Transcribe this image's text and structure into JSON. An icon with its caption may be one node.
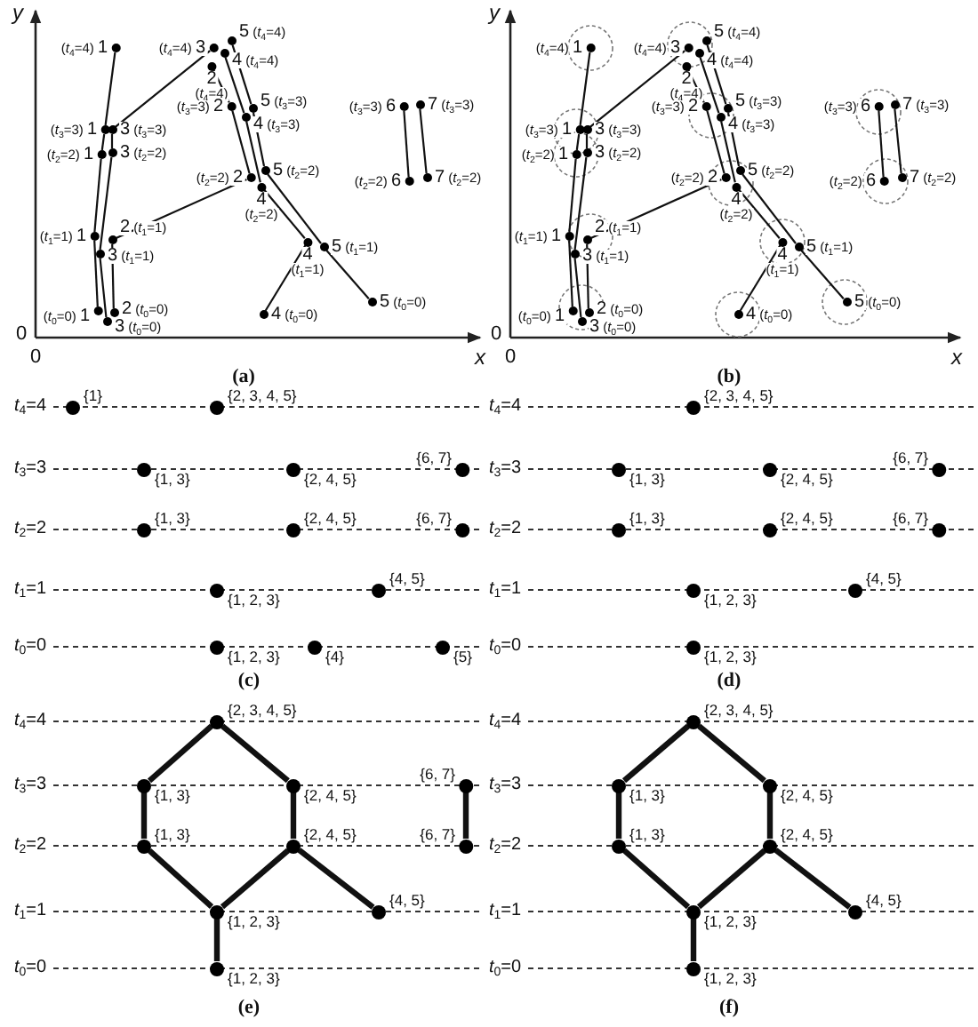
{
  "diagram": {
    "nodes": [
      {
        "text": [
          "(*t*$_{4}$=4)",
          "1"
        ]
      },
      {
        "text": [
          "(*t*$_{3}$=3)",
          "1"
        ]
      },
      {
        "text": [
          "(*t*$_{2}$=2)",
          "1"
        ]
      },
      {
        "text": [
          "(*t*$_{1}$=1)",
          "1"
        ]
      },
      {
        "text": [
          "(*t*$_{0}$=0)",
          "1"
        ]
      },
      {
        "text": [
          "2",
          "(*t*$_{4}$=4)"
        ]
      },
      {
        "text": [
          "(*t*$_{3}$=3)",
          "2"
        ]
      },
      {
        "text": [
          "(*t*$_{2}$=2)",
          "2"
        ]
      },
      {
        "text": [
          "2",
          "(*t*$_{1}$=1)"
        ]
      },
      {
        "text": [
          "2",
          "(*t*$_{0}$=0)"
        ]
      },
      {
        "text": [
          "(*t*$_{4}$=4)",
          "3"
        ]
      },
      {
        "text": [
          "3",
          "(*t*$_{3}$=3)"
        ]
      },
      {
        "text": [
          "3",
          "(*t*$_{2}$=2)"
        ]
      },
      {
        "text": [
          "3",
          "(*t*$_{1}$=1)"
        ]
      },
      {
        "text": [
          "3",
          "(*t*$_{0}$=0)"
        ]
      },
      {
        "text": [
          "4",
          "(*t*$_{4}$=4)"
        ]
      },
      {
        "text": [
          "4",
          "(*t*$_{3}$=3)"
        ]
      },
      {
        "text": [
          "4",
          "(*t*$_{2}$=2)"
        ]
      },
      {
        "text": [
          "4",
          "(*t*$_{1}$=1)"
        ]
      },
      {
        "text": [
          "4",
          "(*t*$_{0}$=0)"
        ]
      },
      {
        "text": [
          "5",
          "(*t*$_{4}$=4)"
        ]
      },
      {
        "text": [
          "5",
          "(*t*$_{3}$=3)"
        ]
      },
      {
        "text": [
          "5",
          "(*t*$_{2}$=2)"
        ]
      },
      {
        "text": [
          "5",
          "(*t*$_{1}$=1)"
        ]
      },
      {
        "text": [
          "5",
          "(*t*$_{0}$=0)"
        ]
      },
      {
        "text": [
          "(*t*$_{3}$=3)",
          "6"
        ]
      },
      {
        "text": [
          "(*t*$_{2}$=2)",
          "6"
        ]
      },
      {
        "text": [
          "7",
          "(*t*$_{3}$=3)"
        ]
      },
      {
        "text": [
          "7",
          "(*t*$_{2}$=2)"
        ]
      },
      {
        "text": [
          "(*t*$_{4}$=4)",
          "1"
        ]
      },
      {
        "text": [
          "(*t*$_{3}$=3)",
          "1"
        ]
      },
      {
        "text": [
          "(*t*$_{2}$=2)",
          "1"
        ]
      },
      {
        "text": [
          "(*t*$_{1}$=1)",
          "1"
        ]
      },
      {
        "text": [
          "(*t*$_{0}$=0)",
          "1"
        ]
      },
      {
        "text": [
          "2",
          "(*t*$_{4}$=4)"
        ]
      },
      {
        "text": [
          "(*t*$_{3}$=3)",
          "2"
        ]
      },
      {
        "text": [
          "(*t*$_{2}$=2)",
          "2"
        ]
      },
      {
        "text": [
          "2",
          "(*t*$_{1}$=1)"
        ]
      },
      {
        "text": [
          "2",
          "(*t*$_{0}$=0)"
        ]
      },
      {
        "text": [
          "(*t*$_{4}$=4)",
          "3"
        ]
      },
      {
        "text": [
          "3",
          "(*t*$_{3}$=3)"
        ]
      },
      {
        "text": [
          "3",
          "(*t*$_{2}$=2)"
        ]
      },
      {
        "text": [
          "3",
          "(*t*$_{1}$=1)"
        ]
      },
      {
        "text": [
          "3",
          "(*t*$_{0}$=0)"
        ]
      },
      {
        "text": [
          "4",
          "(*t*$_{4}$=4)"
        ]
      },
      {
        "text": [
          "4",
          "(*t*$_{3}$=3)"
        ]
      },
      {
        "text": [
          "4",
          "(*t*$_{2}$=2)"
        ]
      },
      {
        "text": [
          "4",
          "(*t*$_{1}$=1)"
        ]
      },
      {
        "text": [
          "4",
          "(*t*$_{0}$=0)"
        ]
      },
      {
        "text": [
          "5",
          "(*t*$_{4}$=4)"
        ]
      },
      {
        "text": [
          "5",
          "(*t*$_{3}$=3)"
        ]
      },
      {
        "text": [
          "5",
          "(*t*$_{2}$=2)"
        ]
      },
      {
        "text": [
          "5",
          "(*t*$_{1}$=1)"
        ]
      },
      {
        "text": [
          "5",
          "(*t*$_{0}$=0)"
        ]
      },
      {
        "text": [
          "(*t*$_{3}$=3)",
          "6"
        ]
      },
      {
        "text": [
          "(*t*$_{2}$=2)",
          "6"
        ]
      },
      {
        "text": [
          "7",
          "(*t*$_{3}$=3)"
        ]
      },
      {
        "text": [
          "7",
          "(*t*$_{2}$=2)"
        ]
      },
      {
        "text": [
          "{1}"
        ]
      },
      {
        "text": [
          "{2, 3, 4, 5}"
        ]
      },
      {
        "text": [
          "{1, 3}"
        ]
      },
      {
        "text": [
          "{2, 4, 5}"
        ]
      },
      {
        "text": [
          "{6, 7}"
        ]
      },
      {
        "text": [
          "{1, 3}"
        ]
      },
      {
        "text": [
          "{2, 4, 5}"
        ]
      },
      {
        "text": [
          "{6, 7}"
        ]
      },
      {
        "text": [
          "{1, 2, 3}"
        ]
      },
      {
        "text": [
          "{4, 5}"
        ]
      },
      {
        "text": [
          "{1, 2, 3}"
        ]
      },
      {
        "text": [
          "{4}"
        ]
      },
      {
        "text": [
          "{5}"
        ]
      },
      {
        "text": [
          "{2, 3, 4, 5}"
        ]
      },
      {
        "text": [
          "{1, 3}"
        ]
      },
      {
        "text": [
          "{2, 4, 5}"
        ]
      },
      {
        "text": [
          "{6, 7}"
        ]
      },
      {
        "text": [
          "{1, 3}"
        ]
      },
      {
        "text": [
          "{2, 4, 5}"
        ]
      },
      {
        "text": [
          "{6, 7}"
        ]
      },
      {
        "text": [
          "{1, 2, 3}"
        ]
      },
      {
        "text": [
          "{4, 5}"
        ]
      },
      {
        "text": [
          "{1, 2, 3}"
        ]
      },
      {
        "text": [
          "{2, 3, 4, 5}"
        ]
      },
      {
        "text": [
          "{1, 3}"
        ]
      },
      {
        "text": [
          "{2, 4, 5}"
        ]
      },
      {
        "text": [
          "{6, 7}"
        ]
      },
      {
        "text": [
          "{1, 3}"
        ]
      },
      {
        "text": [
          "{2, 4, 5}"
        ]
      },
      {
        "text": [
          "{6, 7}"
        ]
      },
      {
        "text": [
          "{1, 2, 3}"
        ]
      },
      {
        "text": [
          "{4, 5}"
        ]
      },
      {
        "text": [
          "{1, 2, 3}"
        ]
      },
      {
        "text": [
          "{2, 3, 4, 5}"
        ]
      },
      {
        "text": [
          "{1, 3}"
        ]
      },
      {
        "text": [
          "{2, 4, 5}"
        ]
      },
      {
        "text": [
          "{1, 3}"
        ]
      },
      {
        "text": [
          "{2, 4, 5}"
        ]
      },
      {
        "text": [
          "{1, 2, 3}"
        ]
      },
      {
        "text": [
          "{4, 5}"
        ]
      },
      {
        "text": [
          "{1, 2, 3}"
        ]
      }
    ],
    "edges": [
      {
        "from": 0,
        "to": 1,
        "arrow": "none"
      },
      {
        "from": 1,
        "to": 2,
        "arrow": "none"
      },
      {
        "from": 2,
        "to": 3,
        "arrow": "none"
      },
      {
        "from": 3,
        "to": 4,
        "arrow": "none"
      },
      {
        "from": 5,
        "to": 6,
        "arrow": "none"
      },
      {
        "from": 6,
        "to": 7,
        "arrow": "none"
      },
      {
        "from": 7,
        "to": 8,
        "arrow": "none"
      },
      {
        "from": 8,
        "to": 9,
        "arrow": "none"
      },
      {
        "from": 10,
        "to": 11,
        "arrow": "none"
      },
      {
        "from": 11,
        "to": 12,
        "arrow": "none"
      },
      {
        "from": 12,
        "to": 13,
        "arrow": "none"
      },
      {
        "from": 13,
        "to": 14,
        "arrow": "none"
      },
      {
        "from": 15,
        "to": 16,
        "arrow": "none"
      },
      {
        "from": 16,
        "to": 17,
        "arrow": "none"
      },
      {
        "from": 17,
        "to": 18,
        "arrow": "none"
      },
      {
        "from": 18,
        "to": 19,
        "arrow": "none"
      },
      {
        "from": 20,
        "to": 21,
        "arrow": "none"
      },
      {
        "from": 21,
        "to": 22,
        "arrow": "none"
      },
      {
        "from": 22,
        "to": 23,
        "arrow": "none"
      },
      {
        "from": 23,
        "to": 24,
        "arrow": "none"
      },
      {
        "from": 25,
        "to": 26,
        "arrow": "none"
      },
      {
        "from": 27,
        "to": 28,
        "arrow": "none"
      },
      {
        "from": 29,
        "to": 30,
        "arrow": "none"
      },
      {
        "from": 30,
        "to": 31,
        "arrow": "none"
      },
      {
        "from": 31,
        "to": 32,
        "arrow": "none"
      },
      {
        "from": 32,
        "to": 33,
        "arrow": "none"
      },
      {
        "from": 34,
        "to": 35,
        "arrow": "none"
      },
      {
        "from": 35,
        "to": 36,
        "arrow": "none"
      },
      {
        "from": 36,
        "to": 37,
        "arrow": "none"
      },
      {
        "from": 37,
        "to": 38,
        "arrow": "none"
      },
      {
        "from": 39,
        "to": 40,
        "arrow": "none"
      },
      {
        "from": 40,
        "to": 41,
        "arrow": "none"
      },
      {
        "from": 41,
        "to": 42,
        "arrow": "none"
      },
      {
        "from": 42,
        "to": 43,
        "arrow": "none"
      },
      {
        "from": 44,
        "to": 45,
        "arrow": "none"
      },
      {
        "from": 45,
        "to": 46,
        "arrow": "none"
      },
      {
        "from": 46,
        "to": 47,
        "arrow": "none"
      },
      {
        "from": 47,
        "to": 48,
        "arrow": "none"
      },
      {
        "from": 49,
        "to": 50,
        "arrow": "none"
      },
      {
        "from": 50,
        "to": 51,
        "arrow": "none"
      },
      {
        "from": 51,
        "to": 52,
        "arrow": "none"
      },
      {
        "from": 52,
        "to": 53,
        "arrow": "none"
      },
      {
        "from": 54,
        "to": 55,
        "arrow": "none"
      },
      {
        "from": 56,
        "to": 57,
        "arrow": "none"
      },
      {
        "from": 81,
        "to": 82,
        "arrow": "none",
        "style": "thick"
      },
      {
        "from": 81,
        "to": 83,
        "arrow": "none",
        "style": "thick"
      },
      {
        "from": 82,
        "to": 85,
        "arrow": "none",
        "style": "thick"
      },
      {
        "from": 83,
        "to": 86,
        "arrow": "none",
        "style": "thick"
      },
      {
        "from": 84,
        "to": 87,
        "arrow": "none",
        "style": "thick"
      },
      {
        "from": 85,
        "to": 88,
        "arrow": "none",
        "style": "thick"
      },
      {
        "from": 86,
        "to": 88,
        "arrow": "none",
        "style": "thick"
      },
      {
        "from": 86,
        "to": 89,
        "arrow": "none",
        "style": "thick"
      },
      {
        "from": 88,
        "to": 90,
        "arrow": "none",
        "style": "thick"
      },
      {
        "from": 91,
        "to": 92,
        "arrow": "none",
        "style": "thick"
      },
      {
        "from": 91,
        "to": 93,
        "arrow": "none",
        "style": "thick"
      },
      {
        "from": 92,
        "to": 94,
        "arrow": "none",
        "style": "thick"
      },
      {
        "from": 93,
        "to": 95,
        "arrow": "none",
        "style": "thick"
      },
      {
        "from": 94,
        "to": 96,
        "arrow": "none",
        "style": "thick"
      },
      {
        "from": 95,
        "to": 96,
        "arrow": "none",
        "style": "thick"
      },
      {
        "from": 95,
        "to": 97,
        "arrow": "none",
        "style": "thick"
      },
      {
        "from": 96,
        "to": 98,
        "arrow": "none",
        "style": "thick"
      }
    ],
    "labels": [
      "y",
      "0",
      "0",
      "x",
      "y",
      "0",
      "0",
      "x",
      "(a)",
      "(b)",
      "*t*$_{4}$=4",
      "*t*$_{4}$=4",
      "*t*$_{3}$=3",
      "*t*$_{3}$=3",
      "*t*$_{2}$=2",
      "*t*$_{2}$=2",
      "*t*$_{1}$=1",
      "*t*$_{1}$=1",
      "*t*$_{0}$=0",
      "*t*$_{0}$=0",
      "(c)",
      "(d)",
      "*t*$_{4}$=4",
      "*t*$_{4}$=4",
      "*t*$_{3}$=3",
      "*t*$_{3}$=3",
      "*t*$_{2}$=2",
      "*t*$_{2}$=2",
      "*t*$_{1}$=1",
      "*t*$_{1}$=1",
      "*t*$_{0}$=0",
      "*t*$_{0}$=0",
      "(e)",
      "(f)"
    ]
  }
}
